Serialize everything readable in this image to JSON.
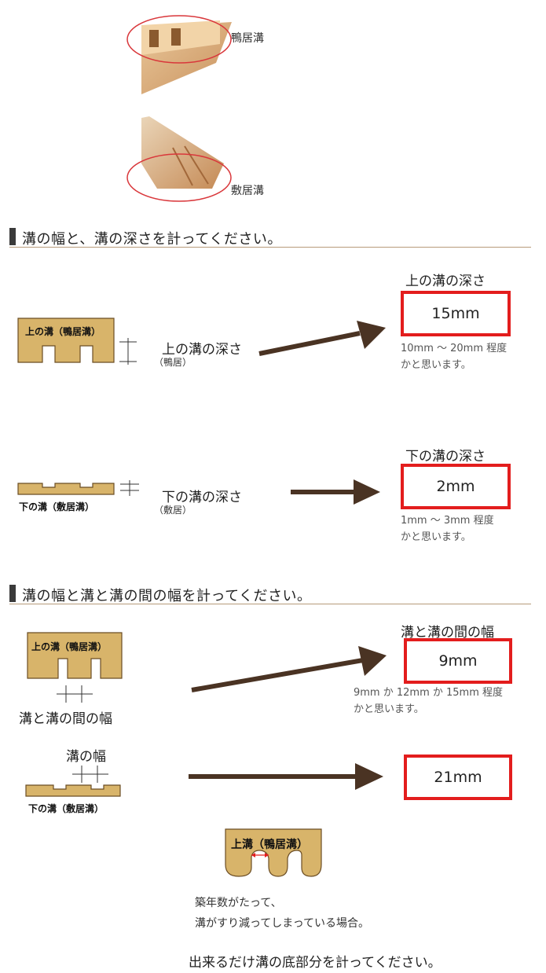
{
  "photos": {
    "top_label": "鴨居溝",
    "bottom_label": "敷居溝"
  },
  "section1": {
    "title": "溝の幅と、溝の深さを計ってください。",
    "upper": {
      "profile_label": "上の溝（鴨居溝）",
      "measure_label": "上の溝の深さ",
      "measure_sub": "（鴨居）",
      "result_heading": "上の溝の深さ",
      "result_value": "15mm",
      "hint_line1": "10mm ～ 20mm 程度",
      "hint_line2": "かと思います。"
    },
    "lower": {
      "profile_label": "下の溝（敷居溝）",
      "measure_label": "下の溝の深さ",
      "measure_sub": "（敷居）",
      "result_heading": "下の溝の深さ",
      "result_value": "2mm",
      "hint_line1": "1mm ～ 3mm 程度",
      "hint_line2": "かと思います。"
    }
  },
  "section2": {
    "title": "溝の幅と溝と溝の間の幅を計ってください。",
    "between": {
      "profile_label": "上の溝（鴨居溝）",
      "measure_label": "溝と溝の間の幅",
      "result_heading": "溝と溝の間の幅",
      "result_value": "9mm",
      "hint_line1": "9mm か 12mm か 15mm 程度",
      "hint_line2": "かと思います。"
    },
    "width": {
      "measure_label": "溝の幅",
      "profile_label": "下の溝（敷居溝）",
      "result_value": "21mm"
    },
    "worn": {
      "profile_label": "上溝（鴨居溝）",
      "note_line1": "築年数がたって、",
      "note_line2": "溝がすり減ってしまっている場合。",
      "instruction": "出来るだけ溝の底部分を計ってください。"
    }
  },
  "colors": {
    "wood": "#d8b46a",
    "arrow": "#4a3323",
    "highlight_box": "#e31d1d",
    "ellipse": "#d9373b"
  }
}
